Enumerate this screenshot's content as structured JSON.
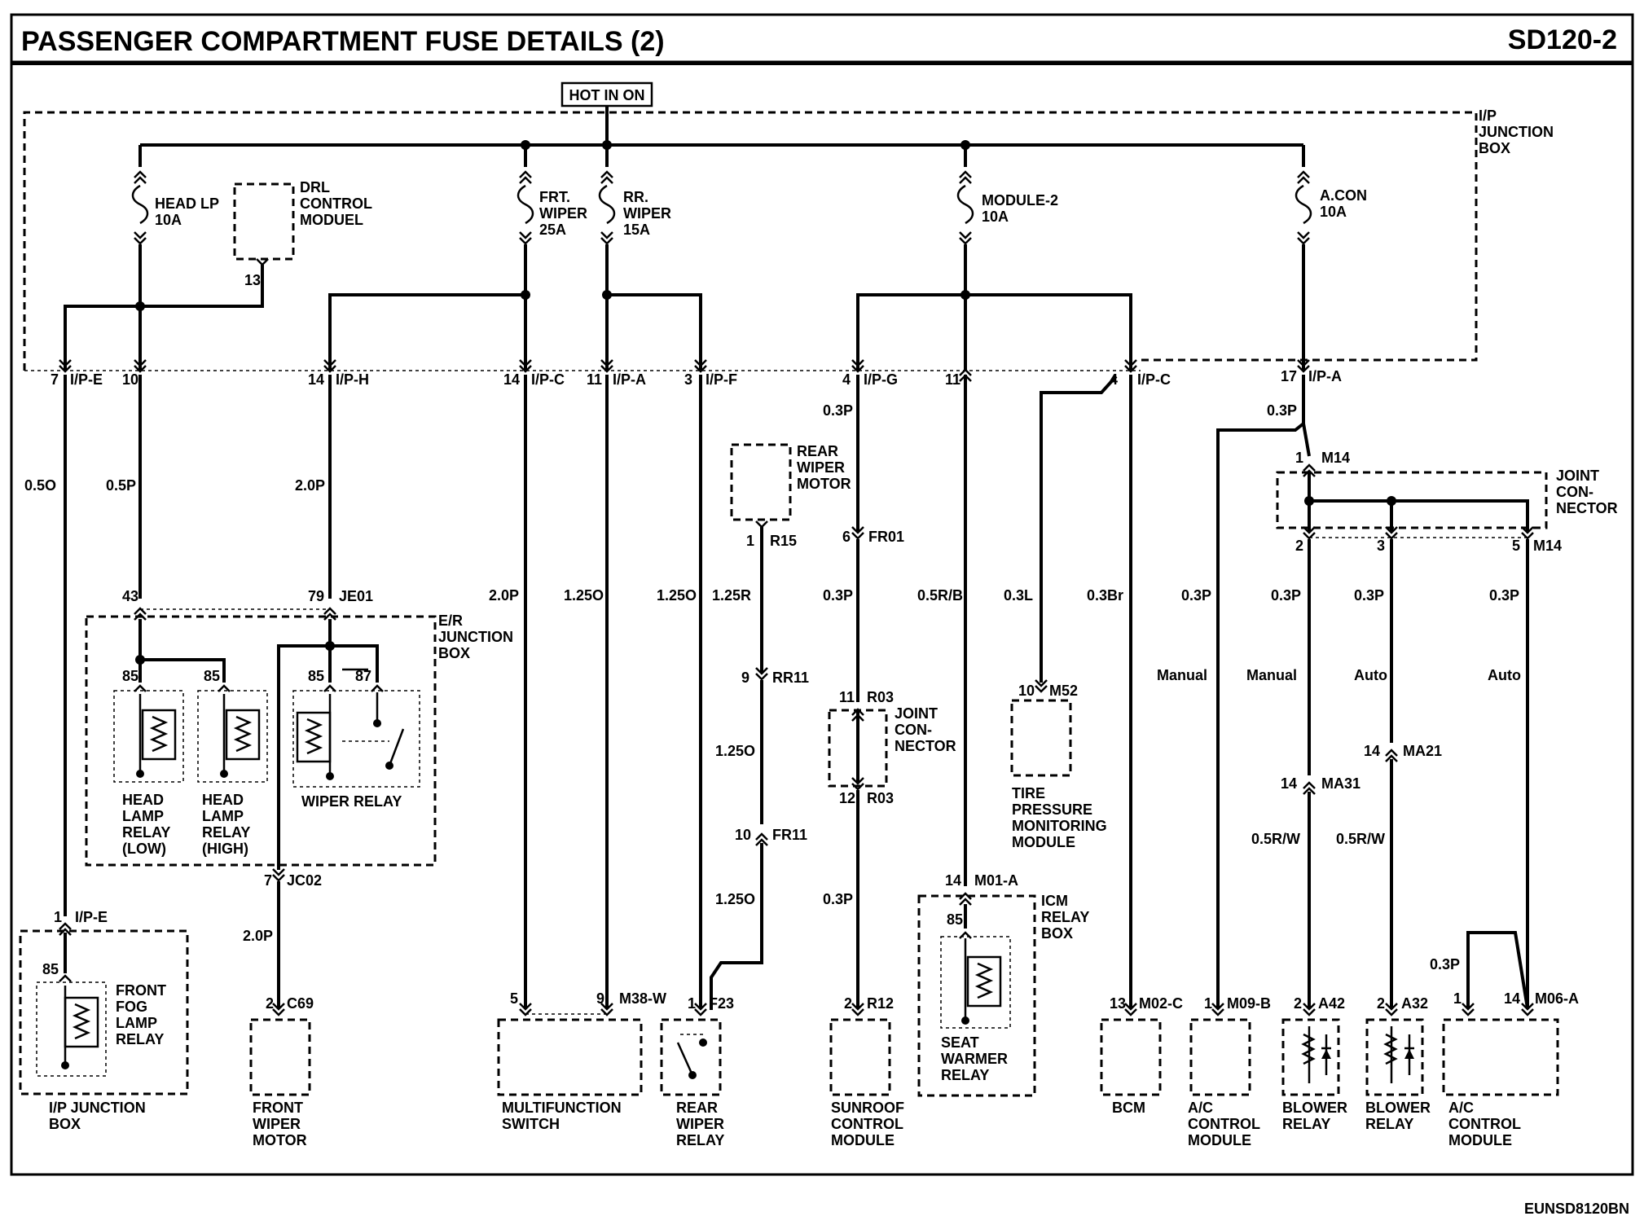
{
  "header": {
    "title": "PASSENGER COMPARTMENT FUSE DETAILS (2)",
    "code": "SD120-2"
  },
  "footer_code": "EUNSD8120BN",
  "hot_label": "HOT IN ON",
  "boxes": {
    "ip_junction": [
      "I/P",
      "JUNCTION",
      "BOX"
    ],
    "drl": [
      "DRL",
      "CONTROL",
      "MODUEL"
    ],
    "er_junction": [
      "E/R",
      "JUNCTION",
      "BOX"
    ],
    "joint_r03": [
      "JOINT",
      "CON-",
      "NECTOR"
    ],
    "joint_m14": [
      "JOINT",
      "CON-",
      "NECTOR"
    ],
    "icm": [
      "ICM",
      "RELAY",
      "BOX"
    ],
    "ip_bottom": [
      "I/P JUNCTION",
      "BOX"
    ]
  },
  "fuses": {
    "head": [
      "HEAD LP",
      "10A"
    ],
    "frt": [
      "FRT.",
      "WIPER",
      "25A"
    ],
    "rr": [
      "RR.",
      "WIPER",
      "15A"
    ],
    "module2": [
      "MODULE-2",
      "10A"
    ],
    "acon": [
      "A.CON",
      "10A"
    ]
  },
  "connectors": {
    "drl13": "13",
    "ipe7": "7",
    "ipe7_name": "I/P-E",
    "hl10": "10",
    "iph14": "14",
    "iph14_name": "I/P-H",
    "ipc14": "14",
    "ipc14_name": "I/P-C",
    "ipa11": "11",
    "ipa11_name": "I/P-A",
    "ipf3": "3",
    "ipf3_name": "I/P-F",
    "ipg4": "4",
    "ipg4_name": "I/P-G",
    "sw11": "11",
    "ipc4": "4",
    "ipc4_name": "I/P-C",
    "ipa17": "17",
    "ipa17_name": "I/P-A",
    "er43": "43",
    "je79": "79",
    "je79_name": "JE01",
    "r15": "1",
    "r15_name": "R15",
    "fr6": "6",
    "fr6_name": "FR01",
    "rr9": "9",
    "rr9_name": "RR11",
    "r0311": "11",
    "r0311_name": "R03",
    "r0312": "12",
    "r0312_name": "R03",
    "fr10": "10",
    "fr10_name": "FR11",
    "m5210": "10",
    "m52_name": "M52",
    "m14a": "1",
    "m14a_name": "M14",
    "m14_2": "2",
    "m14_3": "3",
    "m14_5": "5",
    "m14_5_name": "M14",
    "ma31": "14",
    "ma31_name": "MA31",
    "ma21": "14",
    "ma21_name": "MA21",
    "jc02": "7",
    "jc02_name": "JC02",
    "ipe1": "1",
    "ipe1_name": "I/P-E",
    "m01": "14",
    "m01_name": "M01-A",
    "c69": "2",
    "c69_name": "C69",
    "ms5": "5",
    "ms9": "9",
    "m38_name": "M38-W",
    "f23": "1",
    "f23_name": "F23",
    "r12": "2",
    "r12_name": "R12",
    "m02": "13",
    "m02_name": "M02-C",
    "m09": "1",
    "m09_name": "M09-B",
    "a42": "2",
    "a42_name": "A42",
    "a32": "2",
    "a32_name": "A32",
    "m06a": "1",
    "m06b": "14",
    "m06_name": "M06-A"
  },
  "pins": {
    "p85a": "85",
    "p85b": "85",
    "p85c": "85",
    "p87": "87",
    "p85fog": "85",
    "p85icm": "85"
  },
  "wires": {
    "w05o": "0.5O",
    "w05p": "0.5P",
    "w20p_a": "2.0P",
    "w20p_b": "2.0P",
    "w20p_c": "2.0P",
    "w125o_a": "1.25O",
    "w125o_b": "1.25O",
    "w125r": "1.25R",
    "w125o_c": "1.25O",
    "w125o_d": "1.25O",
    "w03p_a": "0.3P",
    "w03p_b": "0.3P",
    "w03p_c": "0.3P",
    "w05rb": "0.5R/B",
    "w03l": "0.3L",
    "w03br": "0.3Br",
    "w03p_d": "0.3P",
    "w03p_e": "0.3P",
    "w03p_f": "0.3P",
    "w03p_g": "0.3P",
    "w03p_h": "0.3P",
    "w03p_i": "0.3P",
    "w05rw_a": "0.5R/W",
    "w05rw_b": "0.5R/W"
  },
  "modes": {
    "m1": "Manual",
    "m2": "Manual",
    "m3": "Auto",
    "m4": "Auto"
  },
  "components": {
    "rear_wiper_motor": [
      "REAR",
      "WIPER",
      "MOTOR"
    ],
    "head_low": [
      "HEAD",
      "LAMP",
      "RELAY",
      "(LOW)"
    ],
    "head_high": [
      "HEAD",
      "LAMP",
      "RELAY",
      "(HIGH)"
    ],
    "wiper_relay": "WIPER RELAY",
    "tpms": [
      "TIRE",
      "PRESSURE",
      "MONITORING",
      "MODULE"
    ],
    "fog": [
      "FRONT",
      "FOG",
      "LAMP",
      "RELAY"
    ],
    "front_wiper": [
      "FRONT",
      "WIPER",
      "MOTOR"
    ],
    "multifunction": [
      "MULTIFUNCTION",
      "SWITCH"
    ],
    "rear_wiper_relay": [
      "REAR",
      "WIPER",
      "RELAY"
    ],
    "sunroof": [
      "SUNROOF",
      "CONTROL",
      "MODULE"
    ],
    "seat_warmer": [
      "SEAT",
      "WARMER",
      "RELAY"
    ],
    "bcm": "BCM",
    "ac1": [
      "A/C",
      "CONTROL",
      "MODULE"
    ],
    "blower1": [
      "BLOWER",
      "RELAY"
    ],
    "blower2": [
      "BLOWER",
      "RELAY"
    ],
    "ac2": [
      "A/C",
      "CONTROL",
      "MODULE"
    ]
  }
}
